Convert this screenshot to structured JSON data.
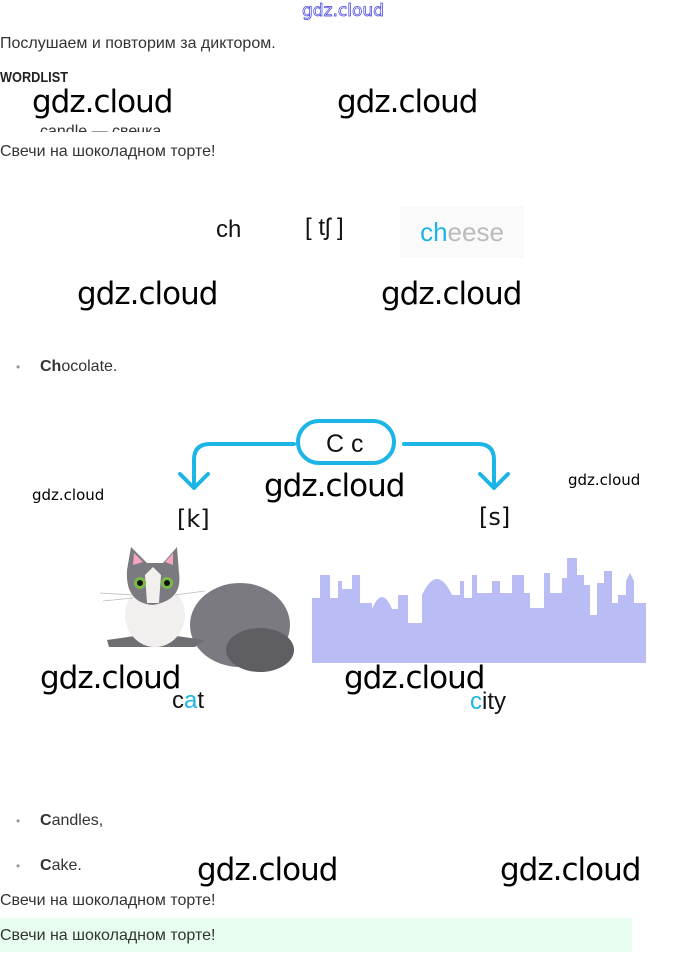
{
  "header": {
    "watermark": "gdz.cloud"
  },
  "intro": "Послушаем и повторим за диктором.",
  "wordlist": {
    "title": "WORDLIST",
    "partial_row": "candle — свечка"
  },
  "sentence": "Свечи на шоколадном торте!",
  "phonics": {
    "letters": "ch",
    "sound": "[ tʃ ]",
    "word_highlight": "ch",
    "word_rest": "eese"
  },
  "bullets1": [
    {
      "bold": "Ch",
      "rest": "ocolate."
    }
  ],
  "diagram": {
    "letter": "C c",
    "left_sound": "[k]",
    "right_sound": "[s]",
    "left_word": {
      "pre": "c",
      "hl": "a",
      "post": "t"
    },
    "right_word": {
      "pre": "",
      "hl": "c",
      "post": "ity"
    }
  },
  "bullets2": [
    {
      "bold": "C",
      "rest": "andles,"
    },
    {
      "bold": "C",
      "rest": "ake."
    }
  ],
  "footer": {
    "sentence1": "Свечи на шоколадном торте!",
    "sentence2": "Свечи на шоколадном торте!"
  },
  "watermarks": [
    "gdz.cloud",
    "gdz.cloud",
    "gdz.cloud",
    "gdz.cloud",
    "gdz.cloud",
    "gdz.cloud",
    "gdz.cloud",
    "gdz.cloud",
    "gdz.cloud",
    "gdz.cloud",
    "gdz.cloud"
  ],
  "colors": {
    "accent": "#1db4e6",
    "city": "#b9bcf5",
    "highlight_bg": "#e6fdf0"
  }
}
